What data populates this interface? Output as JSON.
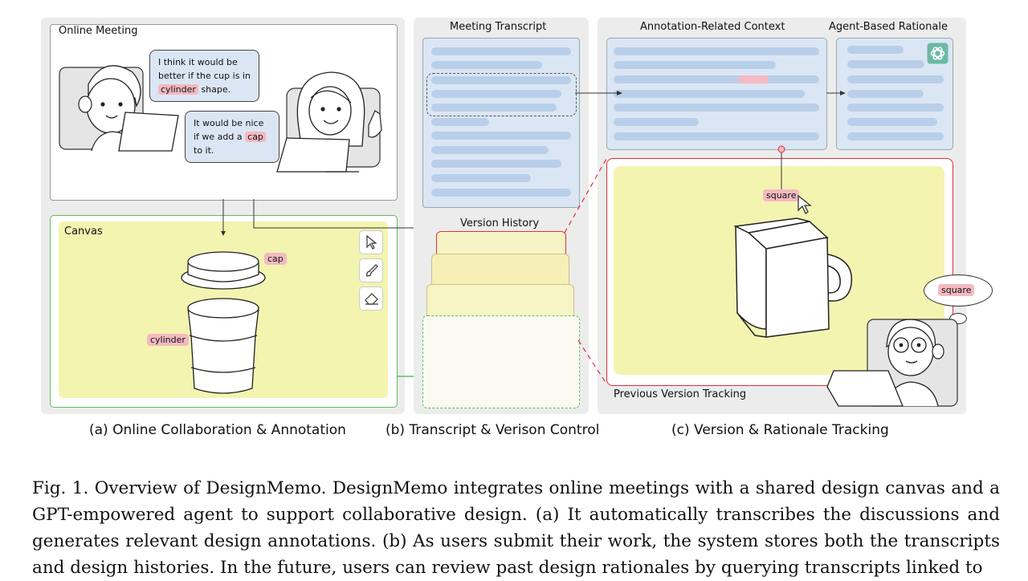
{
  "panel_a": {
    "online_meeting_label": "Online Meeting",
    "bubble1": {
      "pre": "I think it would be better if the cup is in ",
      "highlight": "cylinder",
      "post": " shape."
    },
    "bubble2": {
      "pre": "It would be nice if we add a ",
      "highlight": "cap",
      "post": " to it."
    },
    "canvas_label": "Canvas",
    "tag_cap": "cap",
    "tag_cylinder": "cylinder",
    "tools": [
      "cursor-icon",
      "brush-icon",
      "eraser-icon"
    ]
  },
  "panel_b": {
    "transcript_label": "Meeting Transcript",
    "version_label": "Version History"
  },
  "panel_c": {
    "context_label": "Annotation-Related Context",
    "rationale_label": "Agent-Based Rationale",
    "tag_square": "square",
    "thought_square": "square",
    "tracking_label": "Previous Version Tracking"
  },
  "captions": {
    "a": "(a) Online Collaboration & Annotation",
    "b": "(b) Transcript & Verison Control",
    "c": "(c) Version & Rationale Tracking"
  },
  "figure_caption": "Fig. 1.  Overview of DesignMemo.  DesignMemo integrates online meetings with a shared design canvas and a GPT-empowered agent to support collaborative design. (a) It automatically transcribes the discussions and generates relevant design annotations. (b) As users submit their work, the system stores both the transcripts and design histories. In the future, users can review past design rationales by querying transcripts linked to",
  "colors": {
    "canvas_yellow": "#f3f4b0",
    "highlight_pink": "#f4b9c1",
    "transcript_blue": "#dbe6f5",
    "bar_blue": "#b9cfe9",
    "accent_red": "#e0303a",
    "accent_green": "#5cc05c"
  }
}
